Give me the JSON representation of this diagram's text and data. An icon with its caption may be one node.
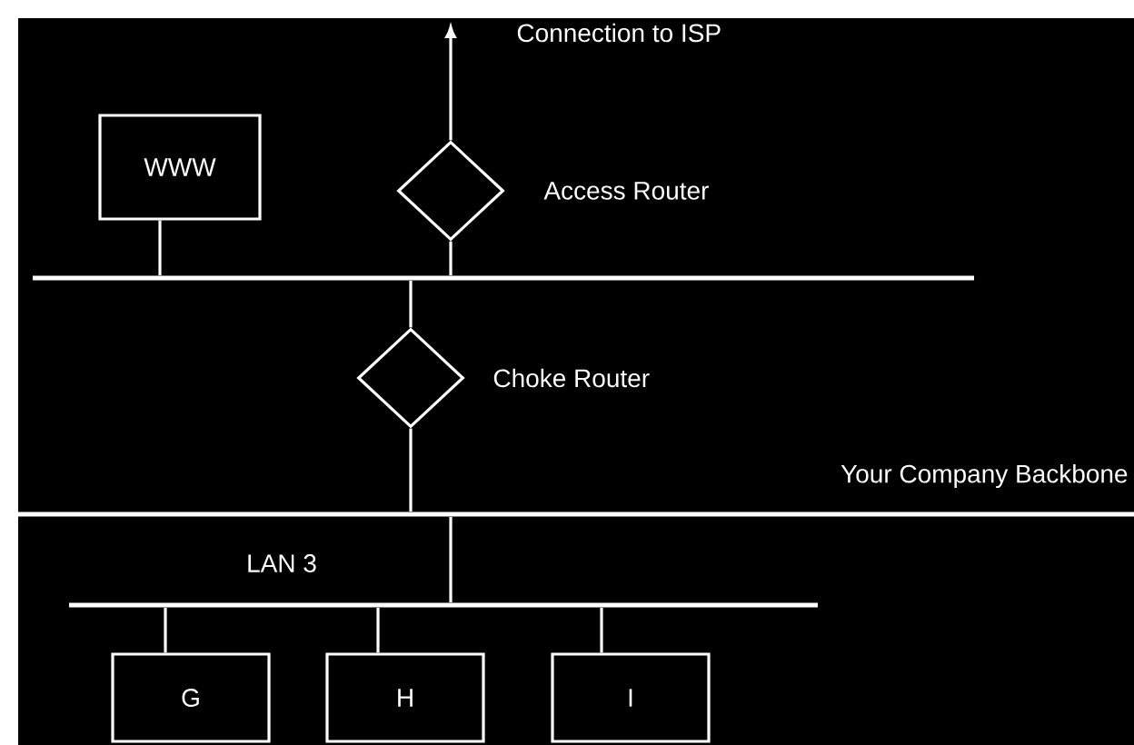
{
  "diagram": {
    "nodes": [
      {
        "text": [
          "WWW"
        ]
      },
      {
        "text": [],
        "shape": "diamond",
        "beside": [
          "Access Router"
        ]
      },
      {
        "text": [],
        "shape": "bar"
      },
      {
        "text": [],
        "shape": "diamond",
        "beside": [
          "Choke Router"
        ]
      },
      {
        "text": [],
        "shape": "bar",
        "beside": [
          "Your Company Backbone"
        ]
      },
      {
        "text": [],
        "shape": "bar",
        "beside": [
          "LAN 3"
        ]
      },
      {
        "text": [
          "G"
        ]
      },
      {
        "text": [
          "H"
        ]
      },
      {
        "text": [
          "I"
        ]
      }
    ],
    "edges": [
      {
        "from": 1,
        "to": null,
        "arrow": "to",
        "label": "Connection to ISP"
      },
      {
        "from": 0,
        "to": 2,
        "arrow": "none"
      },
      {
        "from": 1,
        "to": 2,
        "arrow": "none"
      },
      {
        "from": 2,
        "to": 3,
        "arrow": "none"
      },
      {
        "from": 3,
        "to": 4,
        "arrow": "none"
      },
      {
        "from": 4,
        "to": 5,
        "arrow": "none"
      },
      {
        "from": 5,
        "to": 6,
        "arrow": "none"
      },
      {
        "from": 5,
        "to": 7,
        "arrow": "none"
      },
      {
        "from": 5,
        "to": 8,
        "arrow": "none"
      }
    ]
  }
}
